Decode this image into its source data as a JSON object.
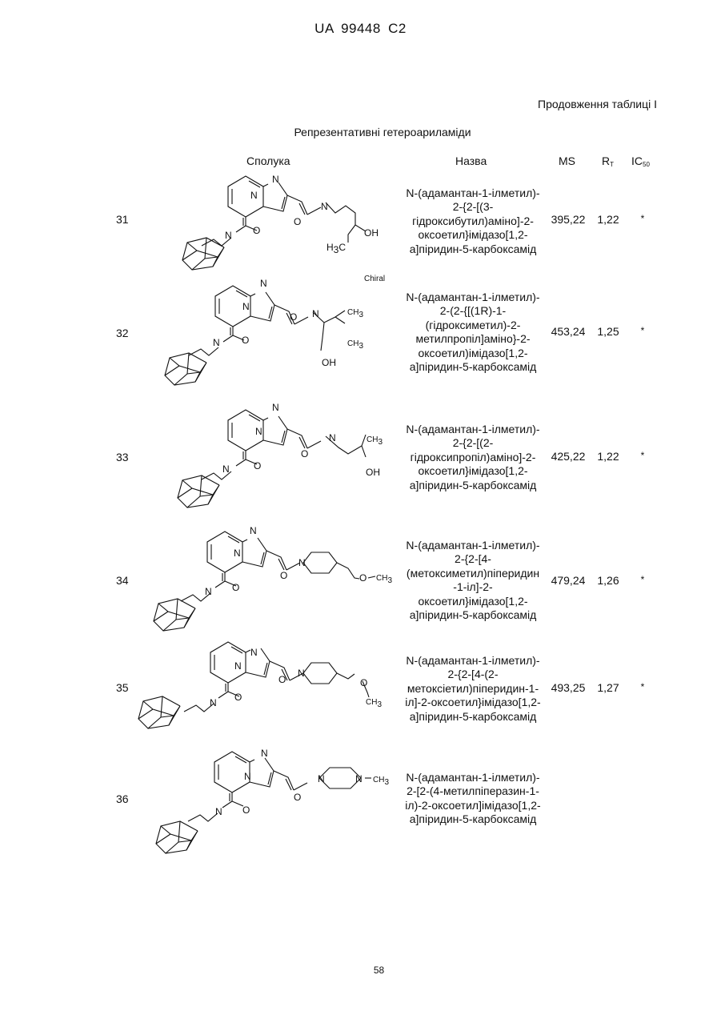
{
  "header": {
    "doc_id": "UA 99448 C2",
    "continuation": "Продовження таблиці I",
    "subtitle": "Репрезентативні гетероариламіди"
  },
  "columns": {
    "compound": "Сполука",
    "name": "Назва",
    "ms": "MS",
    "rt_main": "R",
    "rt_sub": "T",
    "ic_main": "IC",
    "ic_sub": "50"
  },
  "rows": [
    {
      "num": "31",
      "name_lines": [
        "N-(адамантан-1-ілметил)-",
        "2-{2-[(3-",
        "гідроксибутил)аміно]-2-",
        "оксоетил}імідазо[1,2-",
        "а]піридин-5-карбоксамід"
      ],
      "ms": "395,22",
      "rt": "1,22",
      "ic50": "*"
    },
    {
      "num": "32",
      "name_lines": [
        "N-(адамантан-1-ілметил)-",
        "2-(2-{[(1R)-1-",
        "(гідроксиметил)-2-",
        "метилпропіл]аміно}-2-",
        "оксоетил)імідазо[1,2-",
        "а]піридин-5-карбоксамід"
      ],
      "ms": "453,24",
      "rt": "1,25",
      "ic50": "*"
    },
    {
      "num": "33",
      "name_lines": [
        "N-(адамантан-1-ілметил)-",
        "2-{2-[(2-",
        "гідроксипропіл)аміно]-2-",
        "оксоетил}імідазо[1,2-",
        "а]піридин-5-карбоксамід"
      ],
      "ms": "425,22",
      "rt": "1,22",
      "ic50": "*"
    },
    {
      "num": "34",
      "name_lines": [
        "N-(адамантан-1-ілметил)-",
        "2-{2-[4-",
        "(метоксиметил)піперидин",
        "-1-іл]-2-",
        "оксоетил}імідазо[1,2-",
        "а]піридин-5-карбоксамід"
      ],
      "ms": "479,24",
      "rt": "1,26",
      "ic50": "*"
    },
    {
      "num": "35",
      "name_lines": [
        "N-(адамантан-1-ілметил)-",
        "2-{2-[4-(2-",
        "метоксіетил)піперидин-1-",
        "іл]-2-оксоетил}імідазо[1,2-",
        "а]піридин-5-карбоксамід"
      ],
      "ms": "493,25",
      "rt": "1,27",
      "ic50": "*"
    },
    {
      "num": "36",
      "name_lines": [
        "N-(адамантан-1-ілметил)-",
        "2-[2-(4-метилпіперазин-1-",
        "іл)-2-оксоетил]імідазо[1,2-",
        "а]піридин-5-карбоксамід"
      ]
    }
  ],
  "structure_labels": {
    "n": "N",
    "o": "O",
    "oh": "OH",
    "ch": "CH",
    "h": "H",
    "c": "C",
    "three": "3",
    "chiral": "Chiral"
  },
  "page_number": "58"
}
